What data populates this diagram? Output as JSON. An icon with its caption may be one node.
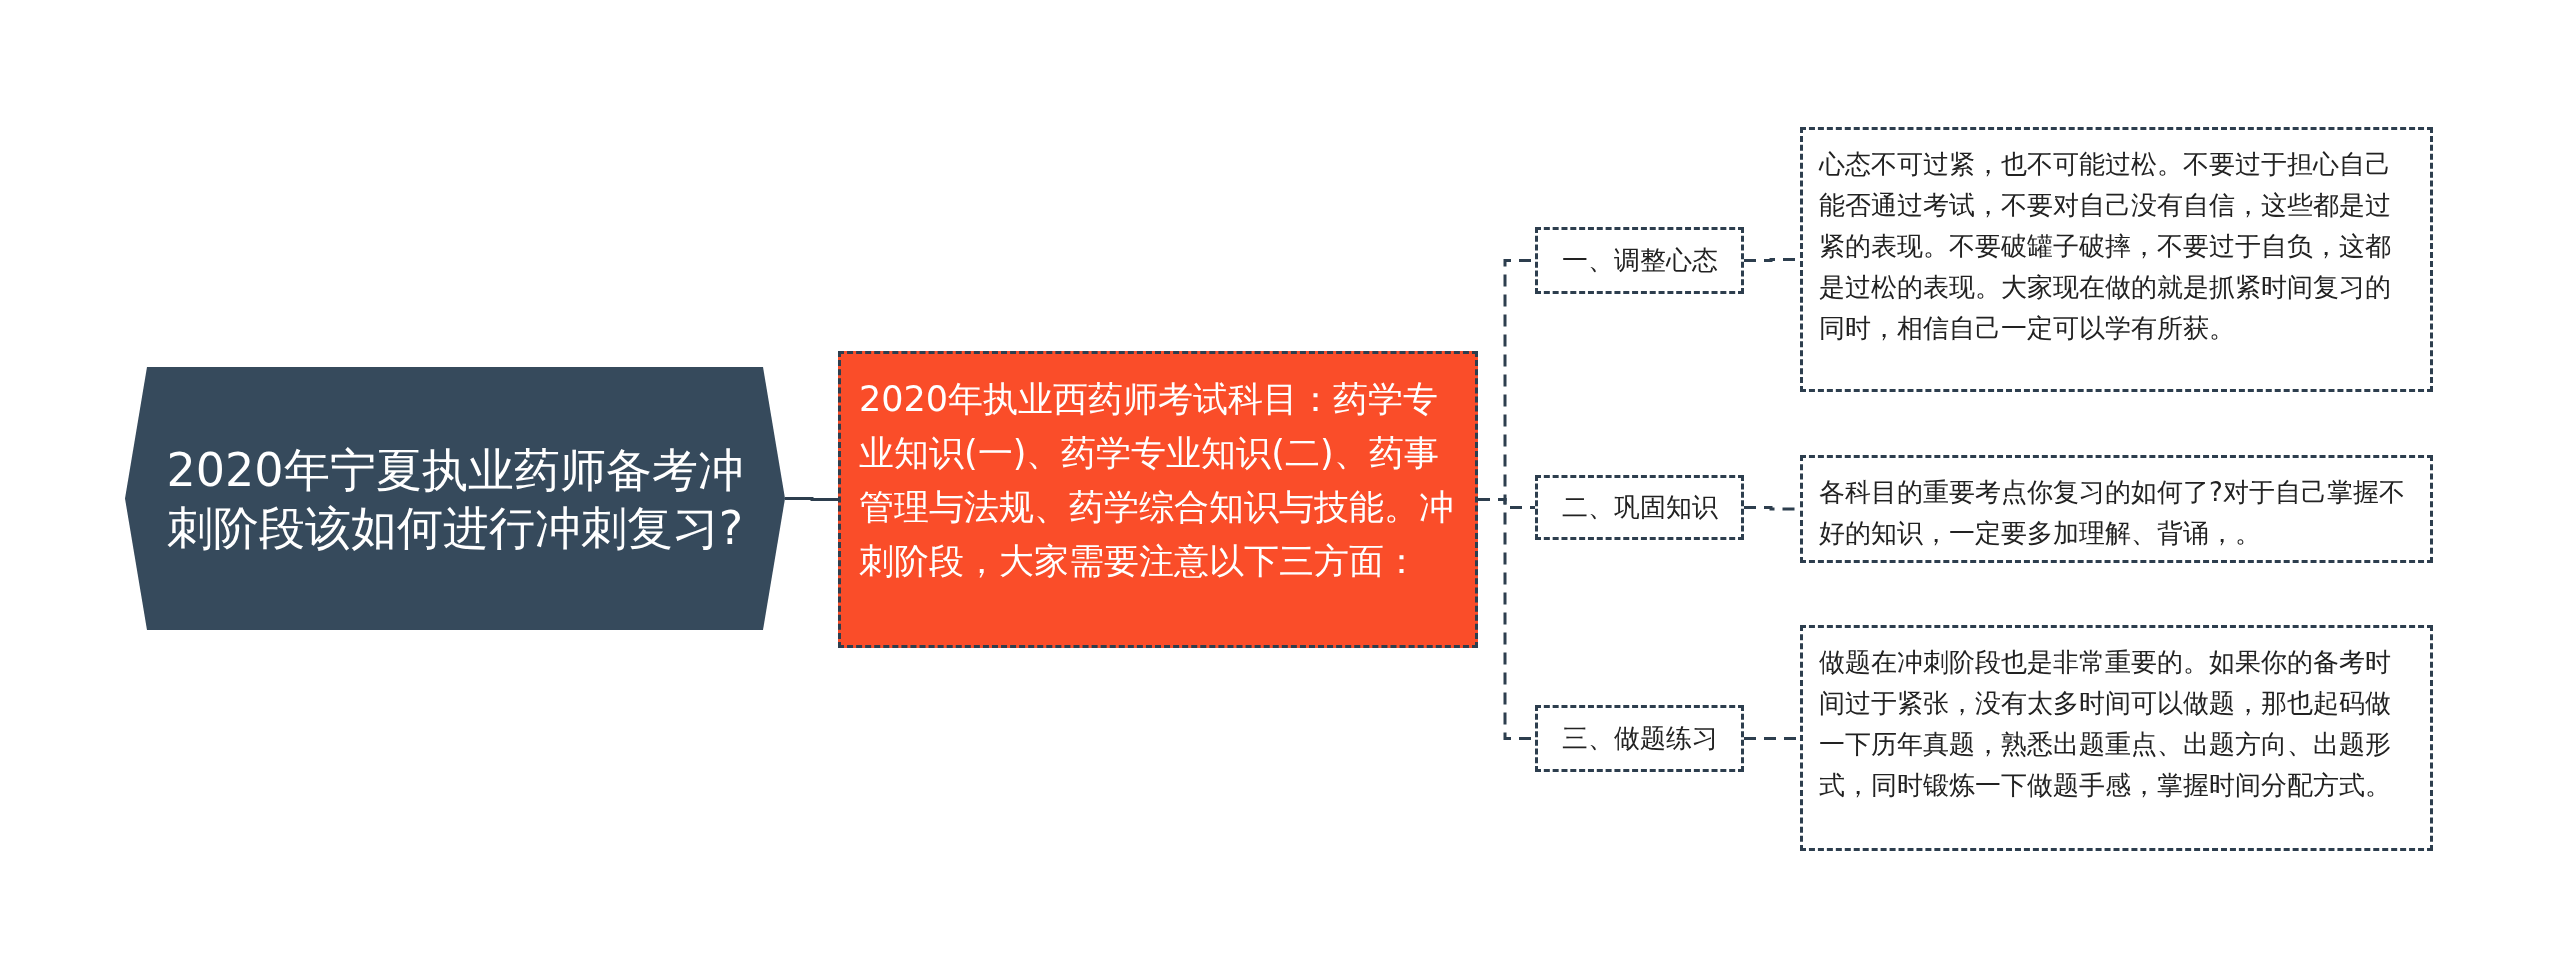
{
  "diagram": {
    "nodes": [
      {
        "text": [
          "2020年宁夏执业药师备考冲刺阶段该如何进行冲刺复习?"
        ]
      },
      {
        "text": [
          "2020年执业西药师考试科目：药学专业知识(一)、药学专业知识(二)、药事管理与法规、药学综合知识与技能。冲刺阶段，大家需要注意以下三方面："
        ]
      },
      {
        "text": [
          "一、调整心态"
        ]
      },
      {
        "text": [
          "心态不可过紧，也不可能过松。不要过于担心自己能否通过考试，不要对自己没有自信，这些都是过紧的表现。不要破罐子破摔，不要过于自负，这都是过松的表现。大家现在做的就是抓紧时间复习的同时，相信自己一定可以学有所获。"
        ]
      },
      {
        "text": [
          "二、巩固知识"
        ]
      },
      {
        "text": [
          "各科目的重要考点你复习的如何了?对于自己掌握不好的知识，一定要多加理解、背诵，。"
        ]
      },
      {
        "text": [
          "三、做题练习"
        ]
      },
      {
        "text": [
          "做题在冲刺阶段也是非常重要的。如果你的备考时间过于紧张，没有太多时间可以做题，那也起码做一下历年真题，熟悉出题重点、出题方向、出题形式，同时锻炼一下做题手感，掌握时间分配方式。"
        ]
      }
    ],
    "edges": [
      {
        "from": 0,
        "to": 1,
        "arrow": "none"
      },
      {
        "from": 1,
        "to": 2,
        "arrow": "none",
        "style": "dashed"
      },
      {
        "from": 1,
        "to": 4,
        "arrow": "none",
        "style": "dashed"
      },
      {
        "from": 1,
        "to": 6,
        "arrow": "none",
        "style": "dashed"
      },
      {
        "from": 2,
        "to": 3,
        "arrow": "none",
        "style": "dashed"
      },
      {
        "from": 4,
        "to": 5,
        "arrow": "none",
        "style": "dashed"
      },
      {
        "from": 6,
        "to": 7,
        "arrow": "none",
        "style": "dashed"
      }
    ]
  }
}
